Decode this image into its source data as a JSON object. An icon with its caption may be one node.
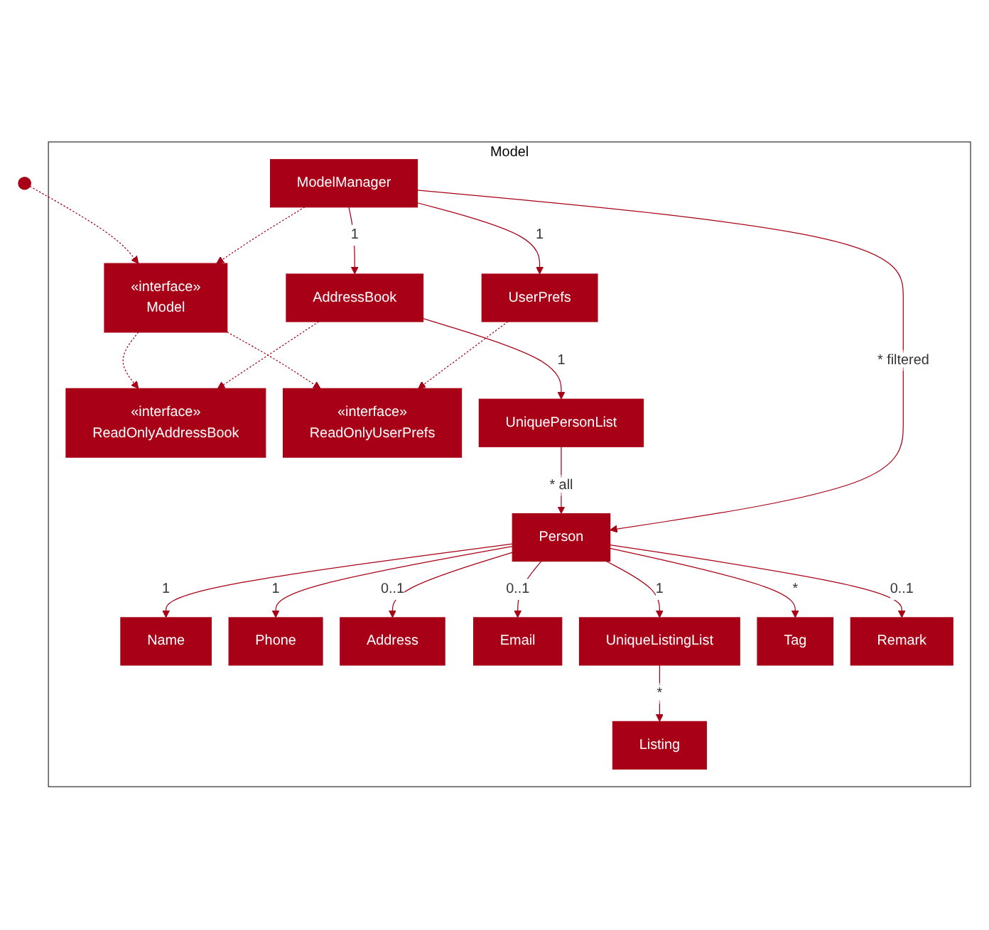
{
  "diagram": {
    "nodes": [
      {
        "text": [
          "Model"
        ]
      },
      {
        "text": [
          "«interface»",
          "ReadOnlyAddressBook"
        ],
        "in": 0
      },
      {
        "text": [
          "«interface»",
          "Model"
        ],
        "in": 0
      },
      {
        "text": [
          "«interface»",
          "ReadOnlyUserPrefs"
        ],
        "in": 0
      },
      {
        "text": [
          "AddressBook"
        ],
        "in": 0
      },
      {
        "text": [
          "ModelManager"
        ],
        "in": 0
      },
      {
        "text": [
          "UserPrefs"
        ],
        "in": 0
      },
      {
        "text": [
          "UniquePersonList"
        ],
        "in": 0
      },
      {
        "text": [
          "Person"
        ],
        "in": 0
      },
      {
        "text": [
          "Name"
        ],
        "in": 0
      },
      {
        "text": [
          "Phone"
        ],
        "in": 0
      },
      {
        "text": [
          "Address"
        ],
        "in": 0
      },
      {
        "text": [
          "Email"
        ],
        "in": 0
      },
      {
        "text": [
          "UniqueListingList"
        ],
        "in": 0
      },
      {
        "text": [
          "Tag"
        ],
        "in": 0
      },
      {
        "text": [
          "Remark"
        ],
        "in": 0
      },
      {
        "text": [
          "Listing"
        ],
        "in": 0
      }
    ],
    "edges": [
      {
        "from": null,
        "to": 2,
        "arrow": "to",
        "style": "dashed"
      },
      {
        "from": 2,
        "to": 1,
        "arrow": "to",
        "style": "dashed"
      },
      {
        "from": 2,
        "to": 3,
        "arrow": "to",
        "style": "dashed"
      },
      {
        "from": 4,
        "to": 1,
        "arrow": "to",
        "style": "dashed"
      },
      {
        "from": 5,
        "to": 2,
        "arrow": "to",
        "style": "dashed"
      },
      {
        "from": 6,
        "to": 3,
        "arrow": "to",
        "style": "dashed"
      },
      {
        "from": 5,
        "to": 4,
        "arrow": "to",
        "label": "1"
      },
      {
        "from": 5,
        "to": 6,
        "arrow": "to",
        "label": "1"
      },
      {
        "from": 4,
        "to": 7,
        "arrow": "to",
        "label": "1"
      },
      {
        "from": 7,
        "to": 8,
        "arrow": "to",
        "label": "* all"
      },
      {
        "from": 5,
        "to": 8,
        "arrow": "to",
        "label": "* filtered"
      },
      {
        "from": 8,
        "to": 9,
        "arrow": "to",
        "label": "1"
      },
      {
        "from": 8,
        "to": 10,
        "arrow": "to",
        "label": "1"
      },
      {
        "from": 8,
        "to": 11,
        "arrow": "to",
        "label": "0..1"
      },
      {
        "from": 8,
        "to": 12,
        "arrow": "to",
        "label": "0..1"
      },
      {
        "from": 8,
        "to": 13,
        "arrow": "to",
        "label": "1"
      },
      {
        "from": 8,
        "to": 14,
        "arrow": "to",
        "label": "*"
      },
      {
        "from": 8,
        "to": 15,
        "arrow": "to",
        "label": "0..1"
      },
      {
        "from": 13,
        "to": 16,
        "arrow": "to",
        "label": "*"
      }
    ]
  }
}
